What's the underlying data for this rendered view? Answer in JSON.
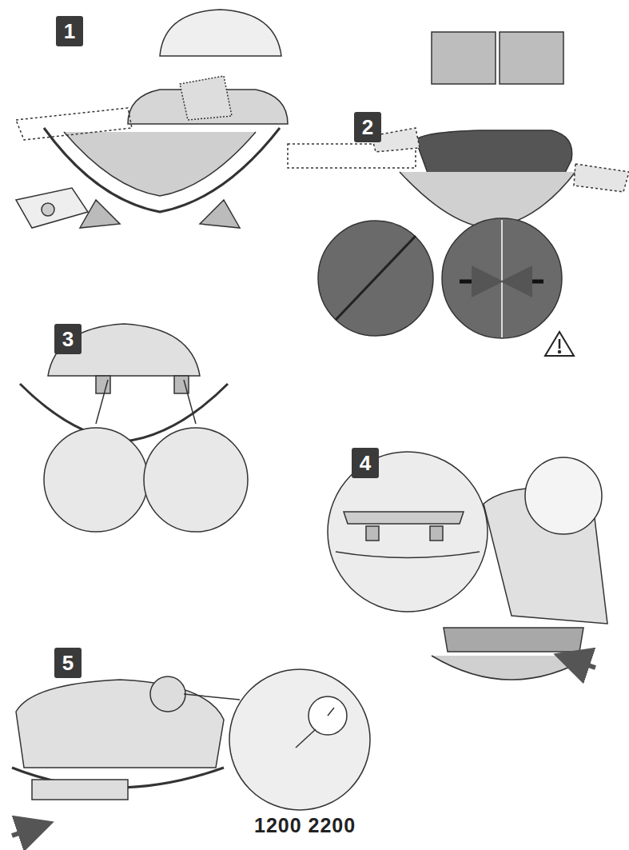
{
  "diagram": {
    "nodes": [
      {
        "text": [
          "1"
        ]
      },
      {
        "text": [
          "2"
        ]
      },
      {
        "text": [
          "3"
        ]
      },
      {
        "text": [
          "4"
        ]
      },
      {
        "text": [
          "5"
        ]
      }
    ],
    "labels": [
      "1200 2200"
    ]
  }
}
